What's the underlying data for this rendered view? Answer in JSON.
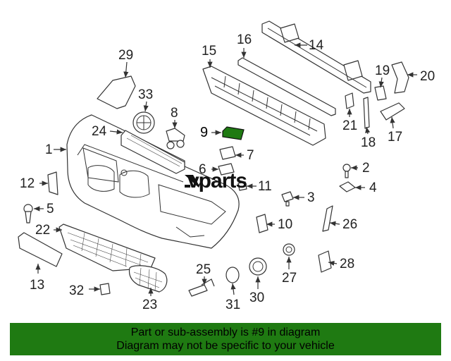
{
  "parts": {
    "labels": [
      "1",
      "2",
      "3",
      "4",
      "5",
      "6",
      "7",
      "8",
      "9",
      "10",
      "11",
      "12",
      "13",
      "14",
      "15",
      "16",
      "17",
      "18",
      "19",
      "20",
      "21",
      "22",
      "23",
      "24",
      "25",
      "26",
      "27",
      "28",
      "29",
      "30",
      "31",
      "32",
      "33"
    ]
  },
  "highlight": {
    "part": "9",
    "color": "#1f7a12"
  },
  "watermark": {
    "text": "vparts"
  },
  "banner": {
    "line1": "Part or sub-assembly is #9 in diagram",
    "line2": "Diagram may not be specific to your vehicle",
    "color": "#1f7a12"
  }
}
